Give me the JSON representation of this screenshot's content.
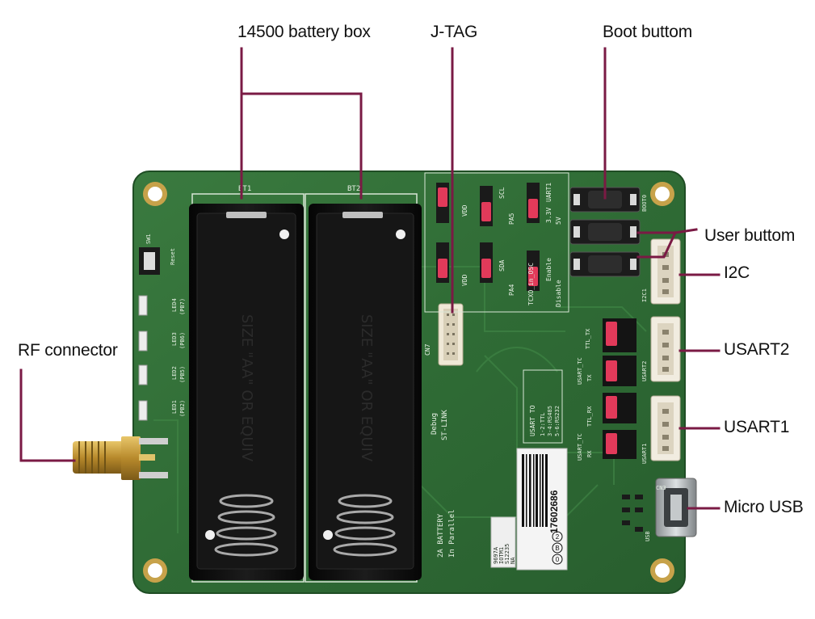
{
  "labels": {
    "battery_box": "14500 battery box",
    "jtag": "J-TAG",
    "boot_button": "Boot buttom",
    "user_button": "User buttom",
    "i2c": "I2C",
    "usart2": "USART2",
    "usart1": "USART1",
    "micro_usb": "Micro USB",
    "rf_connector": "RF connector"
  },
  "silkscreen": {
    "bt1": "BT1",
    "bt2": "BT2",
    "cn7": "CN7",
    "debug": "Debug",
    "st_link": "ST-LINK",
    "battery_note": "2A BATTERY",
    "in_parallel": "In Parallel",
    "usart_to": "USART TO",
    "rs_modes": [
      "1-2:TTL",
      "3-4:RS485",
      "5-6:RS232"
    ],
    "ttl_tx": "TTL_TX",
    "ttl_rx": "TTL_RX",
    "usart_tc": "USART_TC",
    "tx": "TX",
    "rx": "RX",
    "vdd": "VDD",
    "sda": "SDA",
    "scl": "SCL",
    "five_v": "5V",
    "pa5": "PA5",
    "pa4": "PA4",
    "disable": "Disable",
    "enable": "Enable",
    "tcxo": "TCXO_in_OSC",
    "uart1": "UART1",
    "v33": "3.3V",
    "i2c1": "I2C1",
    "usart1_s": "USART1",
    "usart2_s": "USART2",
    "cn3": "CN3",
    "usb": "USB",
    "boot0": "BOOT0",
    "reset": "Reset",
    "sw1": "SW1",
    "leds": [
      "LED1",
      "LED2",
      "LED3",
      "LED4"
    ],
    "led_pins": [
      "(PB2)",
      "(PB5)",
      "(PB6)",
      "(PB7)"
    ],
    "label_lines": [
      "9697A",
      "IOTM1",
      "S12235",
      "NA"
    ],
    "barcode": "17602686",
    "barcode_icons": [
      "0",
      "B",
      "2"
    ],
    "battery_embossed": "SIZE \"AA\" OR EQUIV"
  },
  "colors": {
    "board": "#2f6b35",
    "callout_line": "#7a1a44",
    "battery": "#0e0e0e",
    "jumper": "#e23a5a"
  }
}
